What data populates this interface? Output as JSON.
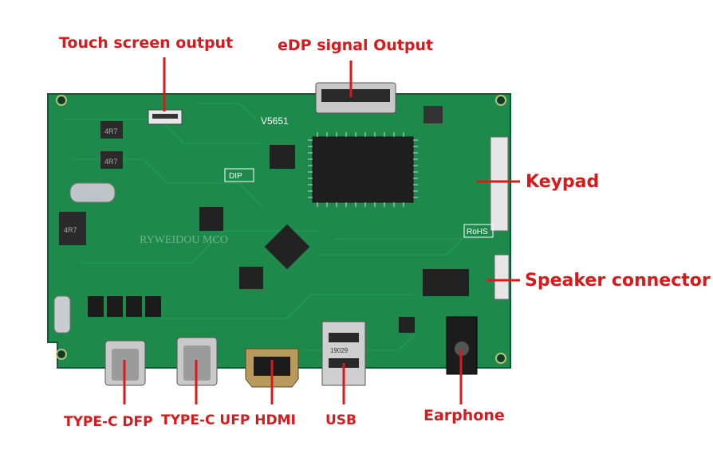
{
  "labels": {
    "touch_screen_output": "Touch screen output",
    "edp_signal_output": "eDP signal Output",
    "keypad": "Keypad",
    "speaker_connector": "Speaker connector",
    "earphone": "Earphone",
    "type_c_dfp": "TYPE-C DFP",
    "type_c_ufp_hdmi": "TYPE-C UFP HDMI",
    "usb": "USB"
  },
  "board": {
    "model": "V5651",
    "dip": "DIP",
    "rohs": "RoHS",
    "inductor_1": "4R7",
    "inductor_2": "4R7",
    "inductor_3": "4R7",
    "watermark": "RYWEIDOU MCO",
    "usb_port": "19029"
  },
  "colors": {
    "label_red": "#d9191c",
    "pcb_green": "#1d8a4b",
    "pcb_dark": "#12643a"
  }
}
